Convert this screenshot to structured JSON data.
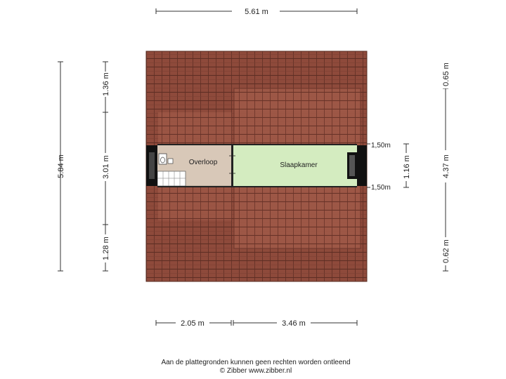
{
  "dimensions": {
    "top_width": "5.61 m",
    "bottom_left": "2.05 m",
    "bottom_right": "3.46 m",
    "left_total": "5.84 m",
    "left_top": "1.36 m",
    "left_middle": "3.01 m",
    "left_bottom": "1.28 m",
    "right_top": "0.65 m",
    "right_middle": "4.37 m",
    "right_bottom": "0.62 m",
    "right_window": "1.16 m"
  },
  "heights": {
    "upper": "1,50m",
    "lower": "1,50m"
  },
  "rooms": {
    "landing": "Overloop",
    "bedroom": "Slaapkamer"
  },
  "footer": {
    "disclaimer": "Aan de plattegronden kunnen geen rechten worden ontleend",
    "copyright": "© Zibber www.zibber.nl"
  },
  "colors": {
    "roof": "#8f4a3b",
    "roof_line": "#5a2d22",
    "landing": "#d8c8b8",
    "bedroom": "#d4ecc0",
    "wall": "#111111"
  }
}
